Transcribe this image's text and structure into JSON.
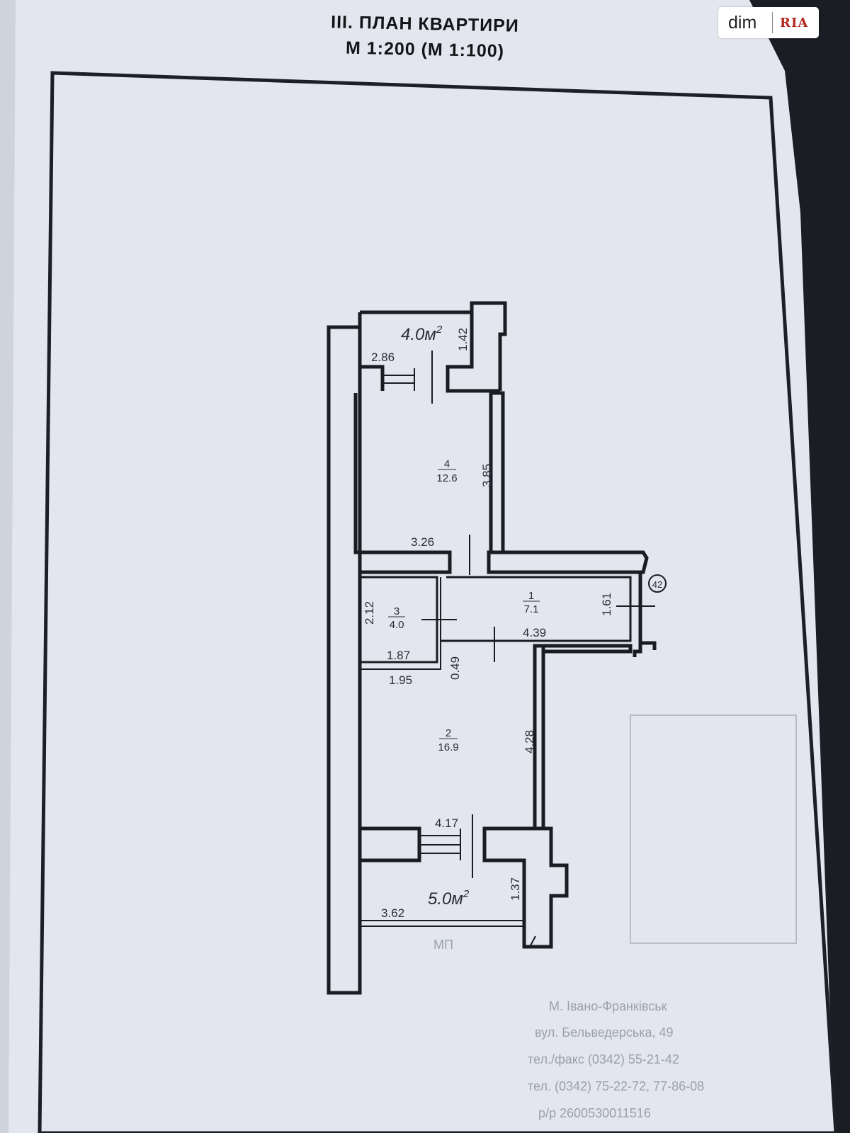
{
  "header": {
    "title": "III. ПЛАН КВАРТИРИ",
    "scale": "М 1:200 (М 1:100)"
  },
  "watermark": {
    "brand_left": "dim",
    "brand_right": "RIA"
  },
  "balconies": {
    "top": {
      "area_number": "4.0",
      "area_unit": "м",
      "area_sup": "2",
      "width": "2.86",
      "depth": "1.42"
    },
    "bottom": {
      "area_number": "5.0",
      "area_unit": "м",
      "area_sup": "2",
      "width": "3.62",
      "depth": "1.37"
    }
  },
  "rooms": [
    {
      "number": "4",
      "area": "12.6"
    },
    {
      "number": "3",
      "area": "4.0"
    },
    {
      "number": "1",
      "area": "7.1"
    },
    {
      "number": "2",
      "area": "16.9"
    }
  ],
  "dimensions": {
    "room4_height": "3.85",
    "room4_width": "3.26",
    "room3_height": "2.12",
    "room3_width_inner": "1.87",
    "room3_width_outer": "1.95",
    "corridor_gap": "0.49",
    "room1_width": "4.39",
    "room1_height": "1.61",
    "room2_height": "4.28",
    "room2_width": "4.17"
  },
  "apartment_marker": "42",
  "faded_text": {
    "address_line1": "М. Івано-Франківськ",
    "address_line2": "вул. Бельведерська, 49",
    "phone_line1": "тел./факс (0342) 55-21-42",
    "phone_line2": "тел. (0342) 75-22-72, 77-86-08",
    "code_line": "р/р 2600530011516",
    "stamp_label": "МП"
  }
}
